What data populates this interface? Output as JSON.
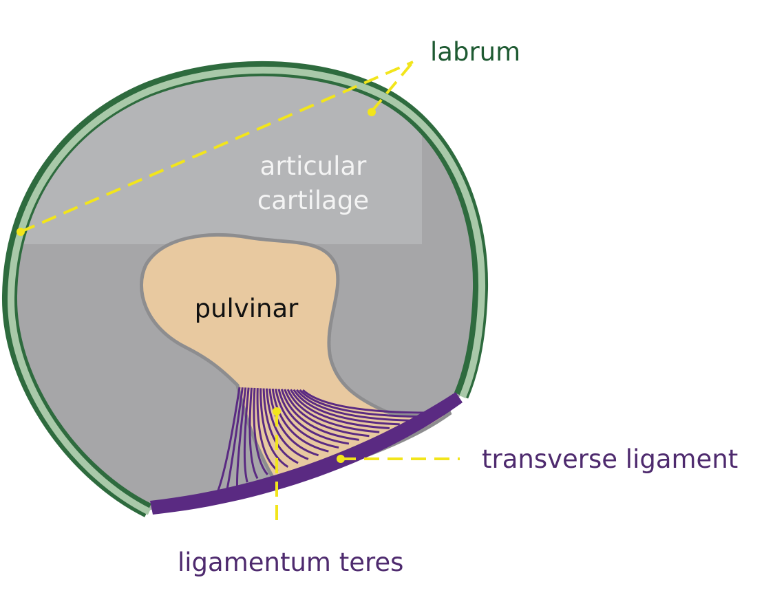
{
  "labels": {
    "labrum": "labrum",
    "articular_cartilage_line1": "articular",
    "articular_cartilage_line2": "cartilage",
    "pulvinar": "pulvinar",
    "transverse_ligament": "transverse ligament",
    "ligamentum_teres": "ligamentum teres"
  },
  "colors": {
    "labrum": "#2e6b3e",
    "labrum_edge": "#a9c9a9",
    "cartilage": "#a6a6a8",
    "cartilage_upper": "#b3b4b6",
    "pulvinar": "#e8c9a0",
    "ligament": "#5a2a82",
    "leader_line": "#f2e51b",
    "label_green": "#1e5a32",
    "label_purple": "#4e2a6e"
  }
}
